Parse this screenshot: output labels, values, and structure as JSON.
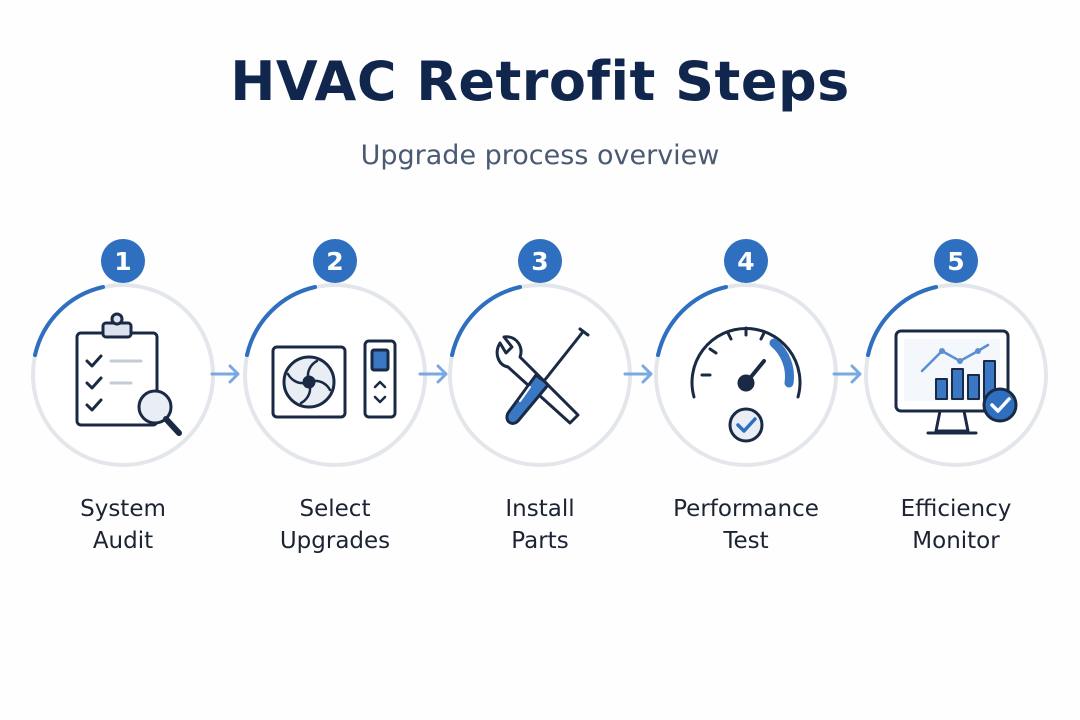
{
  "title": "HVAC Retrofit Steps",
  "subtitle": "Upgrade process overview",
  "colors": {
    "title": "#11264d",
    "accent": "#2f6fc0",
    "ring": "#e3e6eb",
    "icon_stroke": "#1b2a44",
    "arrow": "#7aa8e0"
  },
  "steps": [
    {
      "number": "1",
      "label_line1": "System",
      "label_line2": "Audit",
      "icon": "clipboard-magnifier-icon"
    },
    {
      "number": "2",
      "label_line1": "Select",
      "label_line2": "Upgrades",
      "icon": "ac-unit-thermostat-icon"
    },
    {
      "number": "3",
      "label_line1": "Install",
      "label_line2": "Parts",
      "icon": "wrench-screwdriver-icon"
    },
    {
      "number": "4",
      "label_line1": "Performance",
      "label_line2": "Test",
      "icon": "gauge-check-icon"
    },
    {
      "number": "5",
      "label_line1": "Efficiency",
      "label_line2": "Monitor",
      "icon": "monitor-chart-check-icon"
    }
  ]
}
